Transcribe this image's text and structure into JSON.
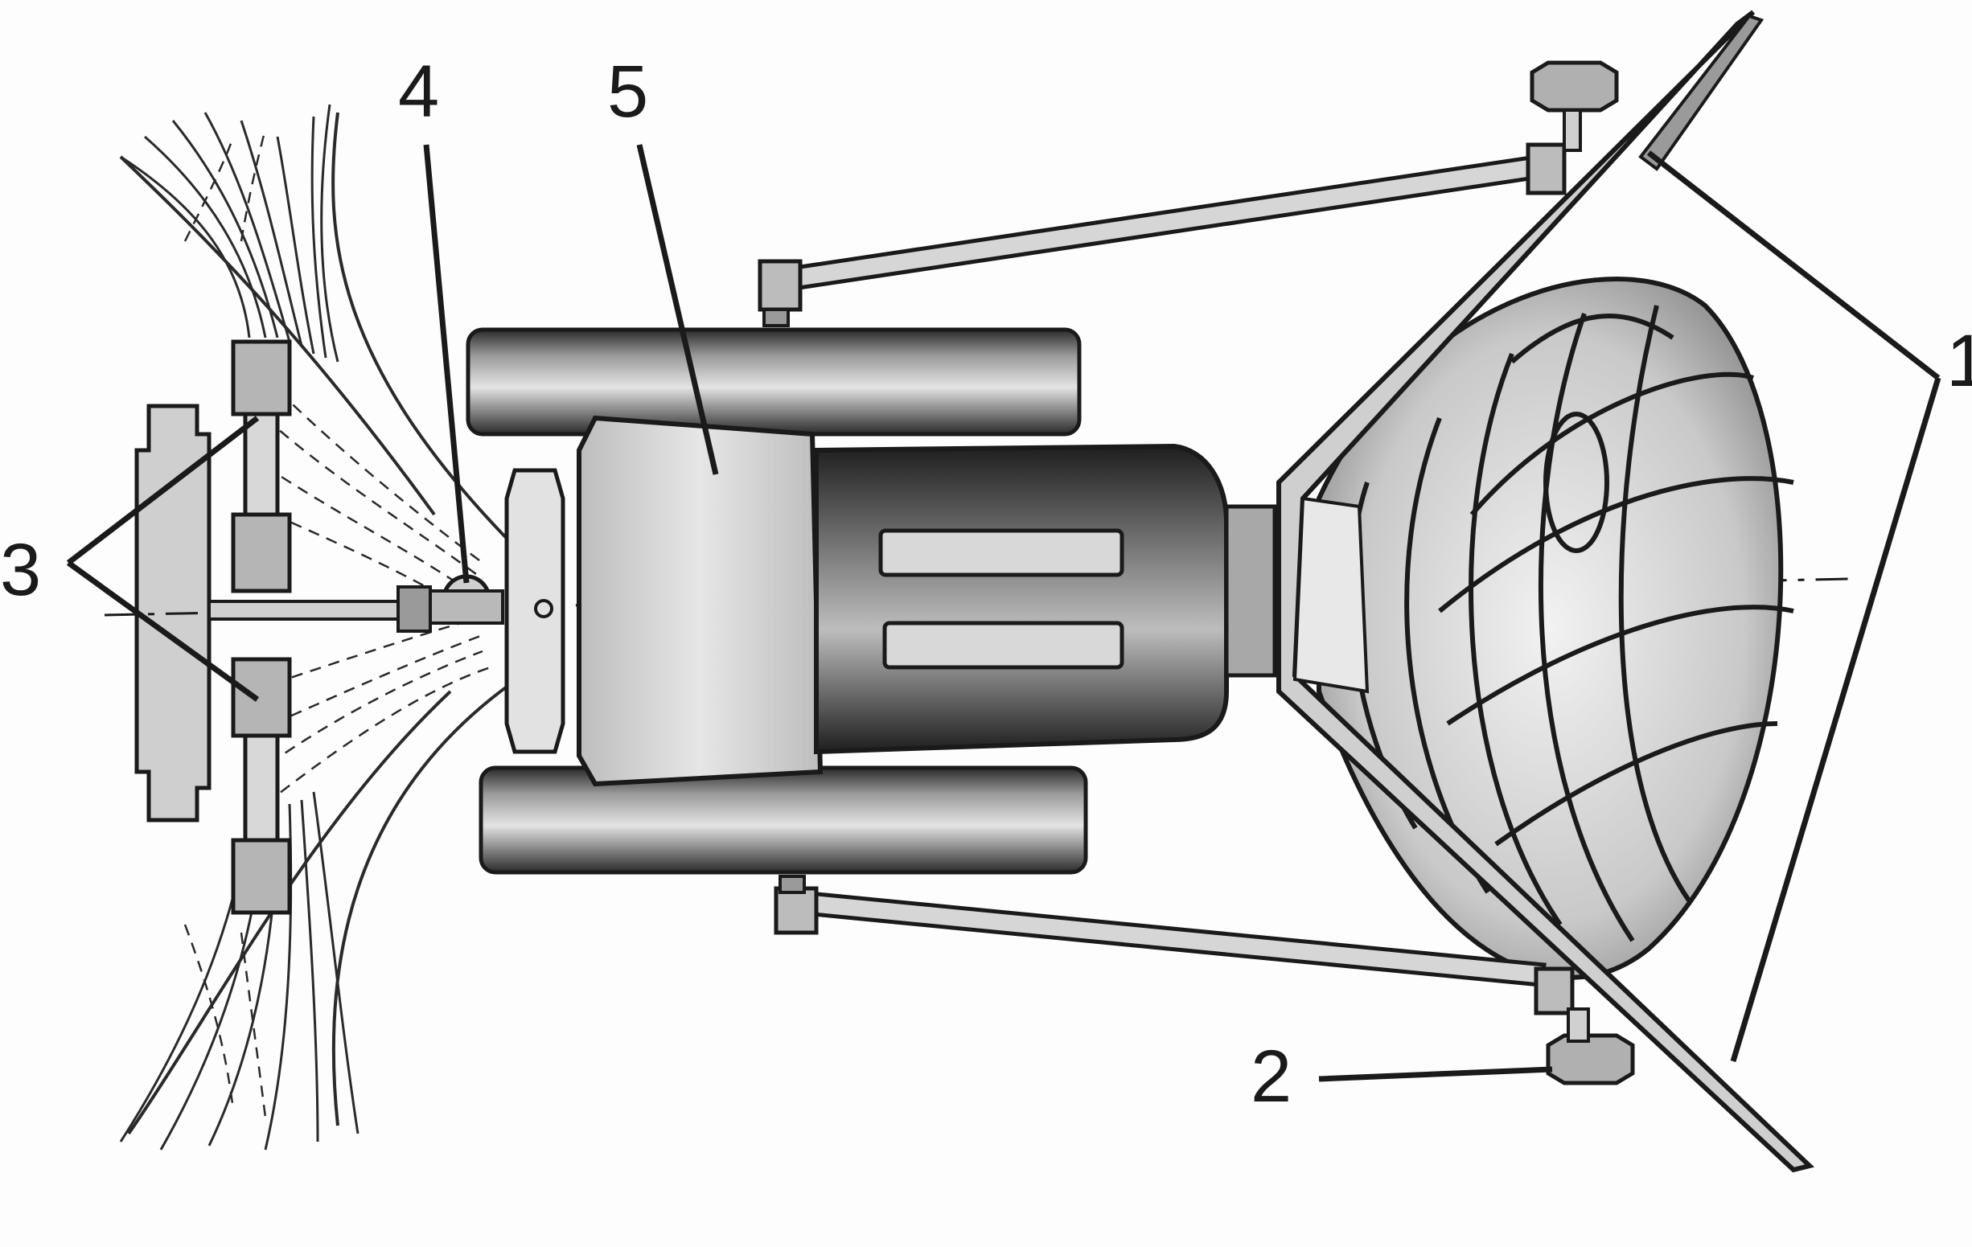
{
  "diagram": {
    "callouts": [
      {
        "id": "1",
        "text": "1"
      },
      {
        "id": "2",
        "text": "2"
      },
      {
        "id": "3",
        "text": "3"
      },
      {
        "id": "4",
        "text": "4"
      },
      {
        "id": "5",
        "text": "5"
      }
    ],
    "colors": {
      "ink": "#1a1a1a",
      "dark_fill": "#3a3a3a",
      "mid_fill": "#8a8a8a",
      "light_fill": "#d6d6d6",
      "paper": "#fdfdfd"
    }
  }
}
